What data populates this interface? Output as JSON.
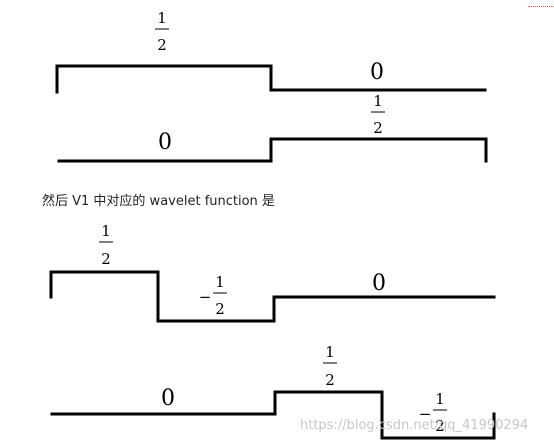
{
  "caption": "然后 V1 中对应的 wavelet function 是",
  "watermark": "https://blog.csdn.net/qq_41990294",
  "labels": {
    "half": "1",
    "half_den": "2",
    "zero": "0",
    "minus": "−"
  },
  "colors": {
    "line": "#000000",
    "watermark": "#c8c8c8"
  }
}
